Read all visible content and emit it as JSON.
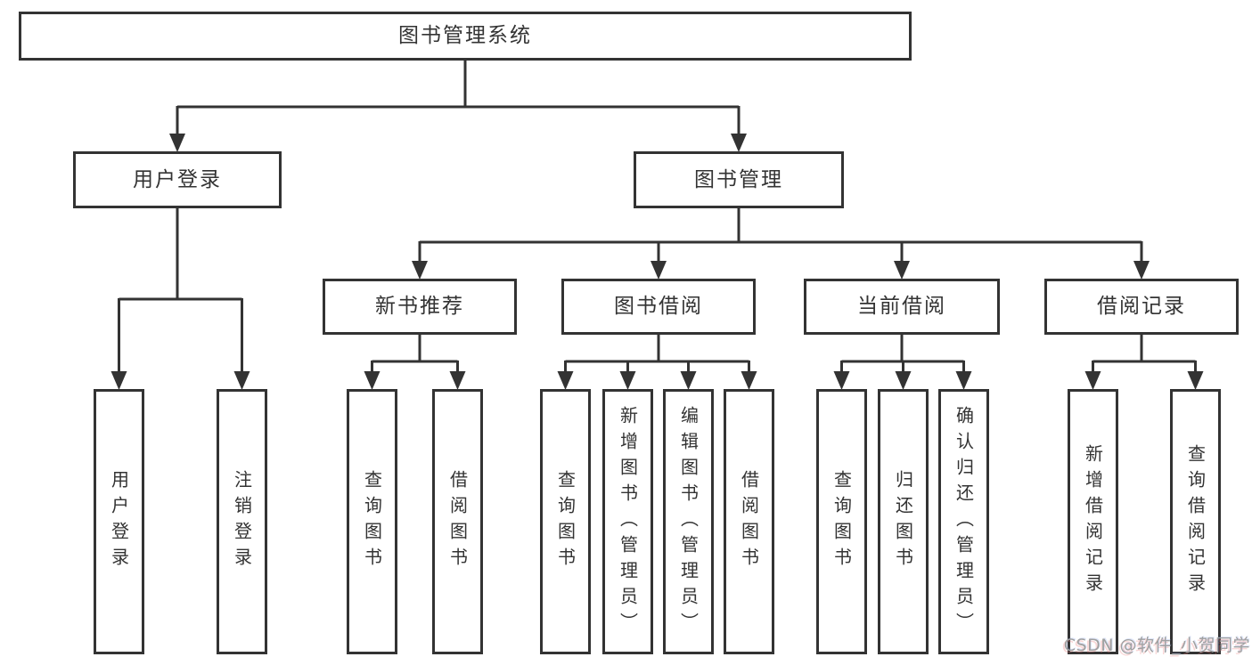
{
  "colors": {
    "line": "#333333",
    "box_border": "#333333",
    "text": "#333333",
    "background": "#ffffff",
    "watermark": "#a0a0a0"
  },
  "watermark": {
    "text": "CSDN @软件_小贺同学"
  },
  "tree": {
    "root": {
      "label": "图书管理系统"
    },
    "branches": [
      {
        "label": "用户登录",
        "children": [
          {
            "label": "用户登录"
          },
          {
            "label": "注销登录"
          }
        ]
      },
      {
        "label": "图书管理",
        "children": [
          {
            "label": "新书推荐",
            "children": [
              {
                "label": "查询图书"
              },
              {
                "label": "借阅图书"
              }
            ]
          },
          {
            "label": "图书借阅",
            "children": [
              {
                "label": "查询图书"
              },
              {
                "label": "新增图书（管理员）"
              },
              {
                "label": "编辑图书（管理员）"
              },
              {
                "label": "借阅图书"
              }
            ]
          },
          {
            "label": "当前借阅",
            "children": [
              {
                "label": "查询图书"
              },
              {
                "label": "归还图书"
              },
              {
                "label": "确认归还（管理员）"
              }
            ]
          },
          {
            "label": "借阅记录",
            "children": [
              {
                "label": "新增借阅记录"
              },
              {
                "label": "查询借阅记录"
              }
            ]
          }
        ]
      }
    ]
  }
}
